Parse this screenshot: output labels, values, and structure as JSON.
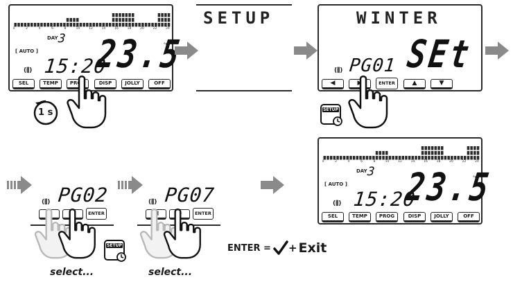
{
  "screens": {
    "display1": {
      "day_label": "DAY",
      "day_value": "3",
      "auto_label": "AUTO",
      "time": "15:20",
      "temp": "23.5",
      "unit": "°C",
      "tick_labels": [
        "0",
        "2",
        "4",
        "6",
        "8",
        "10",
        "12",
        "14",
        "16",
        "18",
        "20",
        "22",
        "24"
      ],
      "buttons": [
        "SEL",
        "TEMP",
        "PROG",
        "DISP",
        "JOLLY",
        "OFF"
      ]
    },
    "setup_screen": {
      "text": "SETUP"
    },
    "winter_screen": {
      "title": "WINTER",
      "program": "PG01",
      "value": "SEt",
      "enter_label": "ENTER"
    },
    "display2": {
      "day_label": "DAY",
      "day_value": "3",
      "auto_label": "AUTO",
      "time": "15:20",
      "temp": "23.5",
      "unit": "°C",
      "tick_labels": [
        "0",
        "2",
        "4",
        "6",
        "8",
        "10",
        "12",
        "14",
        "16",
        "18",
        "20",
        "22",
        "24"
      ],
      "buttons": [
        "SEL",
        "TEMP",
        "PROG",
        "DISP",
        "JOLLY",
        "OFF"
      ]
    },
    "pg02_screen": {
      "program": "PG02",
      "enter_label": "ENTER",
      "caption": "select..."
    },
    "pg07_screen": {
      "program": "PG07",
      "enter_label": "ENTER",
      "caption": "select..."
    }
  },
  "hold_time": "1 s",
  "setup_icon_label": "SETUP",
  "enter_text": "ENTER =",
  "plus_text": "+",
  "exit_text": "Exit",
  "colors": {
    "arrow": "#8a8a8a",
    "lcd_border": "#2a2a2a",
    "hand_fill": "#ffffff",
    "hand_faded": "#c8c8c8"
  },
  "bar_profile": [
    1,
    1,
    1,
    1,
    1,
    1,
    1,
    1,
    1,
    1,
    1,
    1,
    1,
    1,
    1,
    1,
    2,
    2,
    2,
    2,
    1,
    1,
    1,
    1,
    1,
    1,
    1,
    1,
    1,
    1,
    3,
    3,
    3,
    3,
    3,
    3,
    3,
    1,
    1,
    1,
    1,
    1,
    1,
    1,
    3,
    3,
    3,
    3
  ],
  "icons": {
    "hand": "pointing-hand-icon",
    "arrow": "arrow-right-icon",
    "timer": "hold-timer-icon",
    "setup": "setup-clock-icon",
    "check": "checkmark-icon"
  }
}
